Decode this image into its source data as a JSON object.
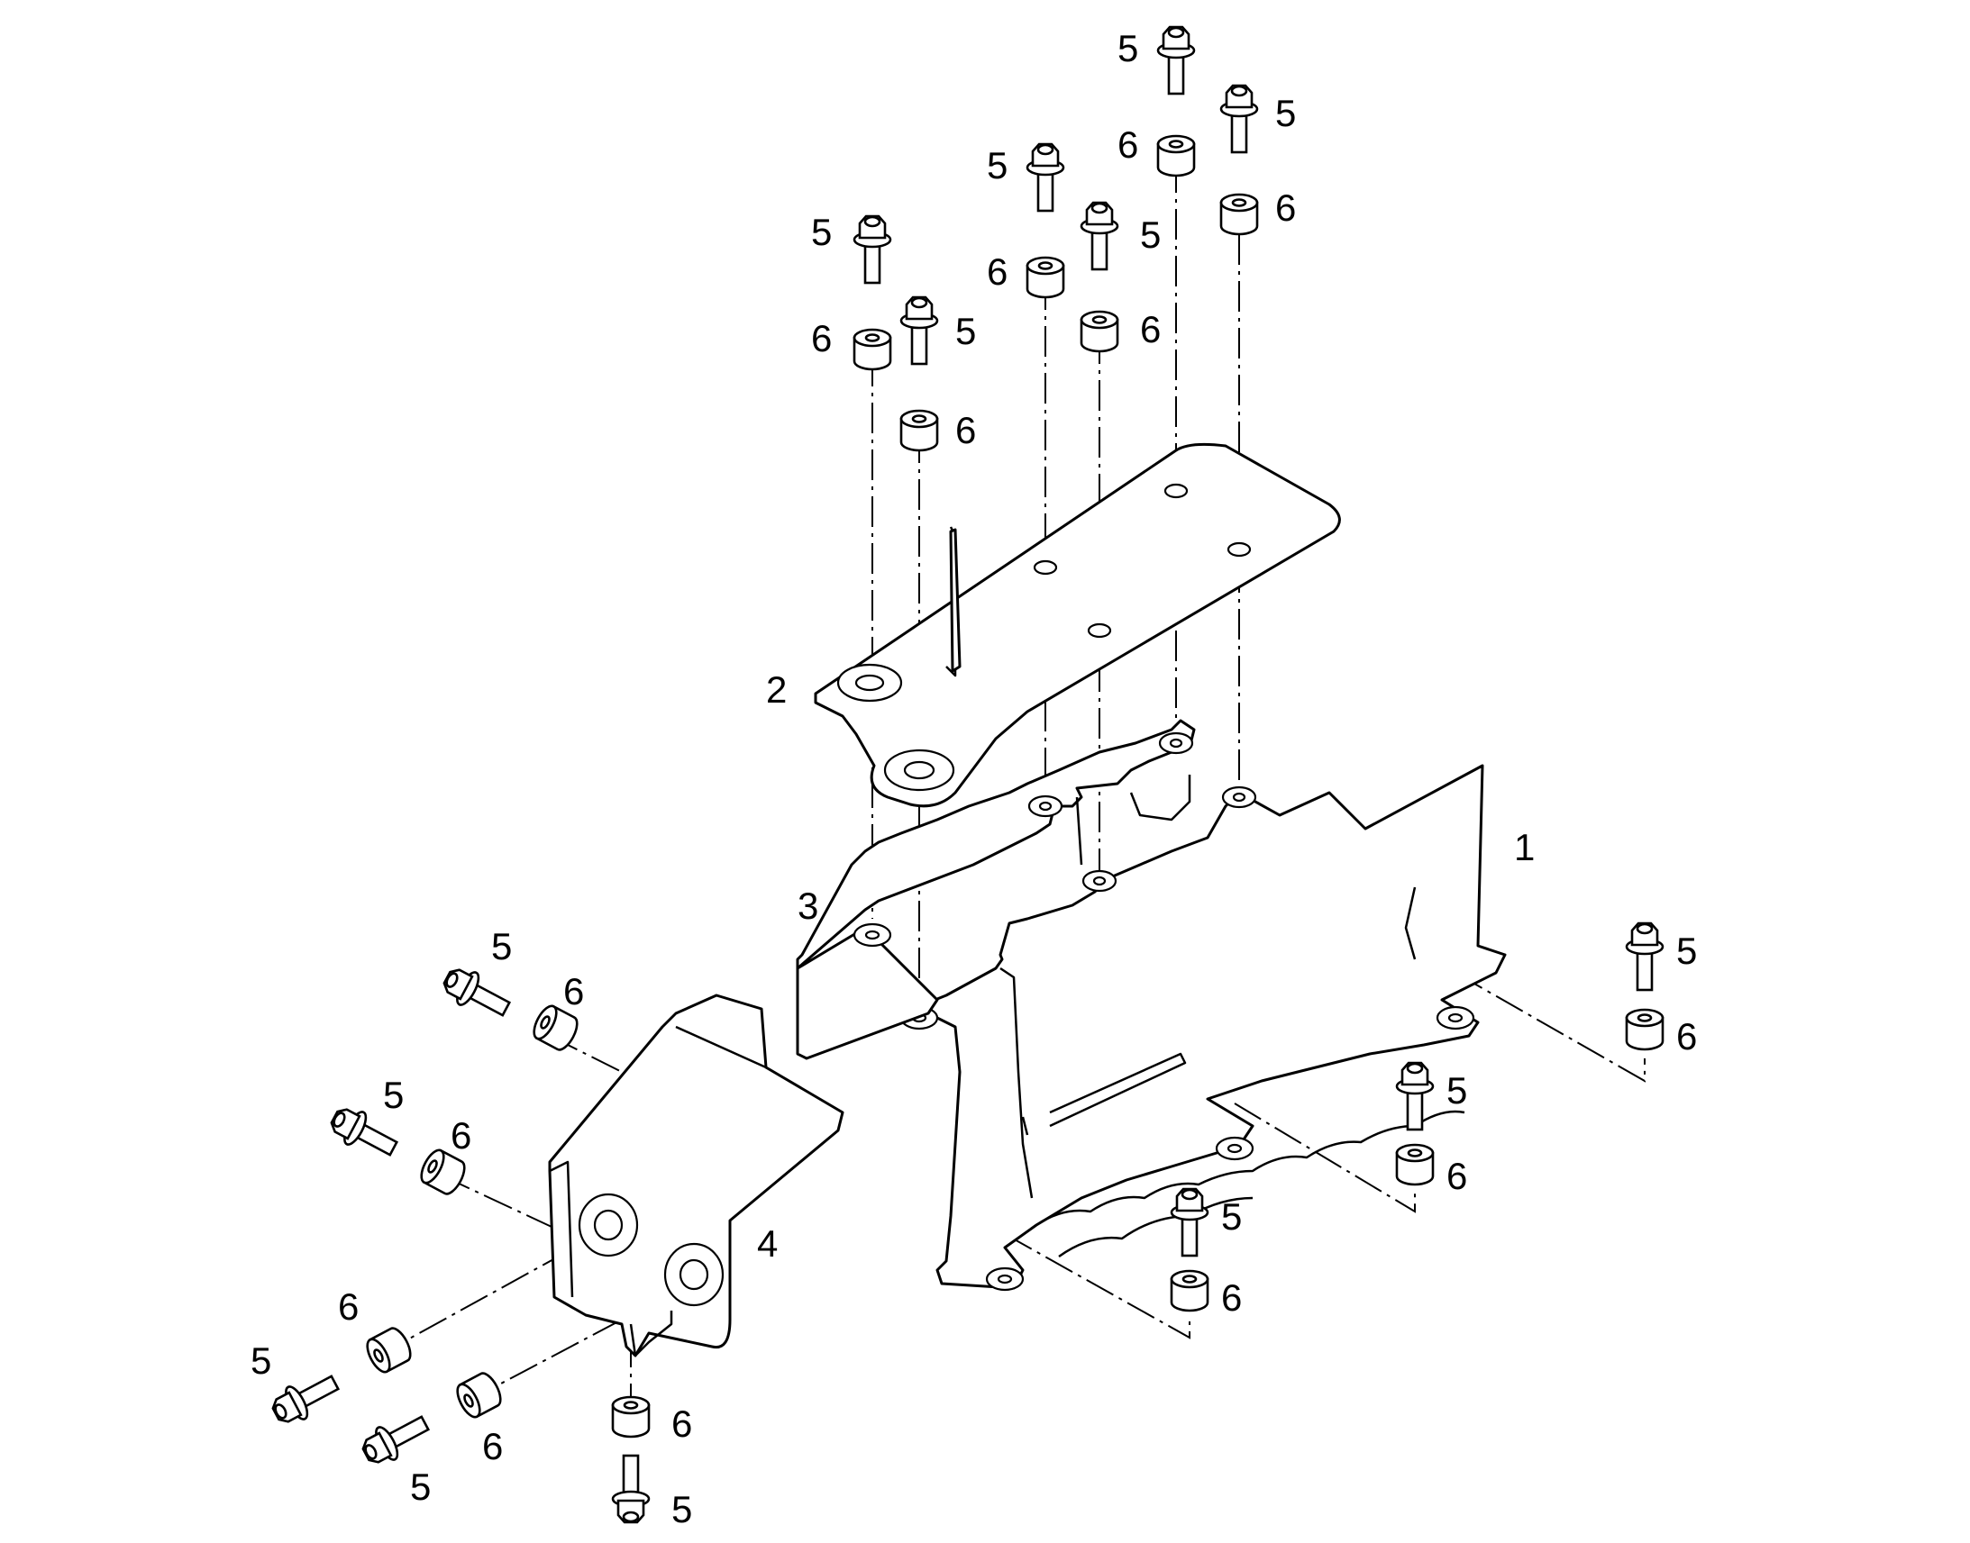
{
  "callouts": {
    "part_1": "1",
    "part_2": "2",
    "part_3": "3",
    "part_4": "4",
    "bolt": "5",
    "spacer": "6"
  }
}
